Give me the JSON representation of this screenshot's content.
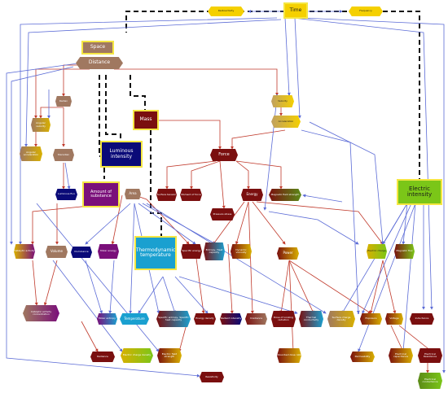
{
  "nodes": {
    "time": "Time",
    "radioactivity": "Radioactivity",
    "frequency": "Frequency",
    "space": "Space",
    "distance": "Distance",
    "radian": "Radian",
    "angular_velocity": "Angular velocity",
    "angular_acceleration": "Angular acceleration",
    "steradian": "Steradian",
    "velocity": "Velocity",
    "acceleration": "Acceleration",
    "mass": "Mass",
    "luminous_intensity": "Luminous intensity",
    "force": "Force",
    "electric_intensity": "Electric intensity",
    "luminous_flux": "Luminous flux",
    "amount_of_substance": "Amount of substance",
    "area": "Area",
    "surface_tension": "Surface tension",
    "moment_of_force": "Moment of force",
    "energy": "Energy",
    "magnetic_field_strength": "Magnetic field strength",
    "pressure_stress": "Pressure stress",
    "catalytic_activity": "Catalytic activity",
    "volume": "Volume",
    "illuminance": "Illuminance",
    "molar_energy": "Molar energy",
    "thermodynamic_temperature": "Thermodynamic temperature",
    "specific_energy": "Specific energy",
    "entropy_heat_capacity": "Entropy, Heat capacity",
    "dynamic_viscosity": "Dynamic viscosity",
    "power": "Power",
    "electric_charge": "Electric charge",
    "magnetic_flux": "Magnetic flux",
    "catalytic_activity_concentration": "Catalytic activity concentration",
    "molar_entropy": "Molar entropy",
    "temperature": "Temperature",
    "specific_entropy": "Specific entropy, Specific heat capacity",
    "energy_density": "Energy density",
    "radiant_intensity": "Radiant intensity",
    "irradiance": "Irradiance",
    "dose_ionizing": "Dose of ionizing radiation",
    "thermal_conductivity": "Thermal conductivity",
    "surface_charge_density": "Surface charge density",
    "exposure": "Exposure",
    "voltage": "Voltage",
    "inductance": "Inductance",
    "radiance": "Radiance",
    "electric_charge_density": "Electric charge density",
    "electric_field_strength": "Electric field strength",
    "absorbed_dose_rate": "Absorbed dose rate",
    "permeability": "Permeability",
    "electrical_capacitance": "Electrical capacitance",
    "electrical_resistance": "Electrical Resistance",
    "electrical_conductance": "Electrical conductance",
    "resistivity": "Resistivity"
  },
  "colors": {
    "time": "#f5d000",
    "distance": "#a07860",
    "mass": "#7a0f0f",
    "luminous": "#0a0a78",
    "electric": "#7bc618",
    "substance": "#7a0f7a",
    "thermo": "#1aa0d0",
    "edge_red": "#c0392b",
    "edge_blue": "#5b6bd6",
    "edge_dashed": "#111111"
  }
}
